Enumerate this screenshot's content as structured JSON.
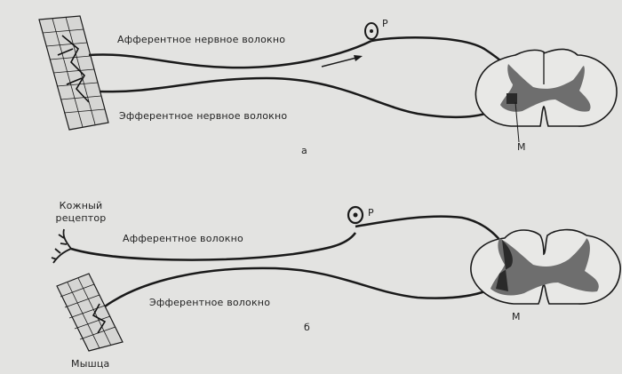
{
  "diagram_a": {
    "afferent_label": "Афферентное нервное волокно",
    "efferent_label": "Эфферентное нервное волокно",
    "ganglion_label": "Р",
    "motor_label": "М",
    "panel_label": "а"
  },
  "diagram_b": {
    "receptor_label_line1": "Кожный",
    "receptor_label_line2": "рецептор",
    "afferent_label": "Афферентное волокно",
    "efferent_label": "Эфферентное волокно",
    "ganglion_label": "Р",
    "motor_label": "М",
    "muscle_label": "Мышца",
    "panel_label": "б"
  },
  "colors": {
    "background": "#e3e3e1",
    "line": "#1a1a1a",
    "gray_matter": "#6e6e6e"
  }
}
